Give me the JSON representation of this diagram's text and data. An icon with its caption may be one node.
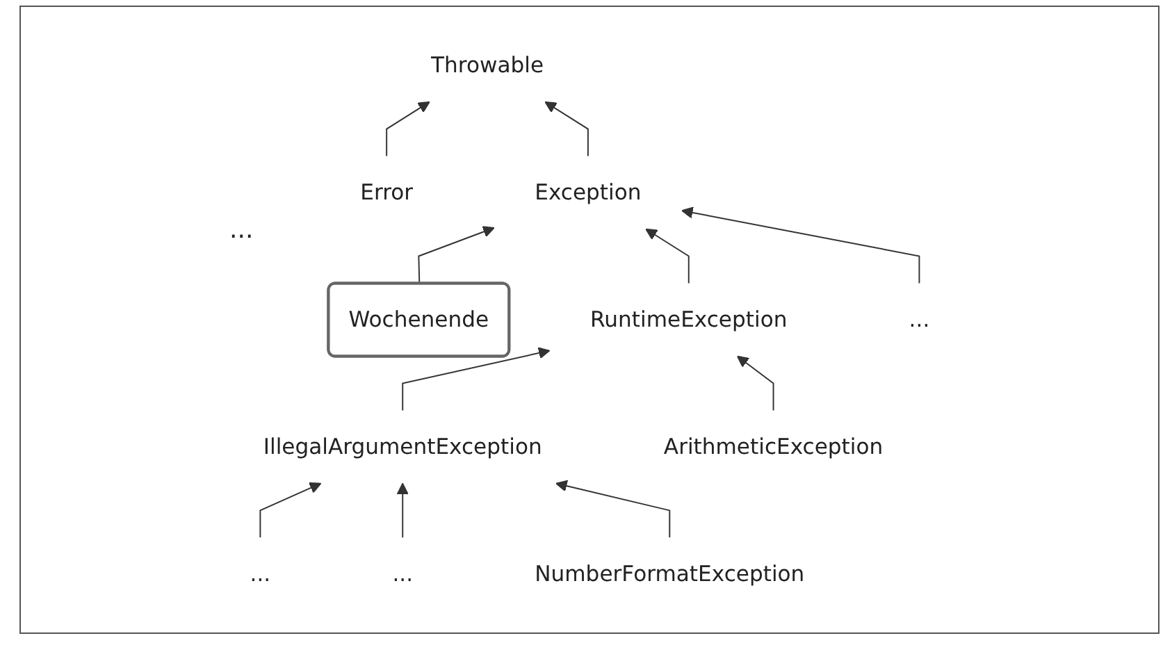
{
  "diagram": {
    "nodes": [
      {
        "text": [
          "Throwable"
        ]
      },
      {
        "text": [
          "Error"
        ]
      },
      {
        "text": [
          "Exception"
        ]
      },
      {
        "text": [
          "Wochenende"
        ]
      },
      {
        "text": [
          "RuntimeException"
        ]
      },
      {
        "text": [
          "..."
        ]
      },
      {
        "text": [
          "IllegalArgumentException"
        ]
      },
      {
        "text": [
          "ArithmeticException"
        ]
      },
      {
        "text": [
          "..."
        ]
      },
      {
        "text": [
          "..."
        ]
      },
      {
        "text": [
          "NumberFormatException"
        ]
      }
    ],
    "edges": [
      {
        "from": 1,
        "to": 0,
        "arrow": "to"
      },
      {
        "from": 2,
        "to": 0,
        "arrow": "to"
      },
      {
        "from": 3,
        "to": 2,
        "arrow": "to"
      },
      {
        "from": 4,
        "to": 2,
        "arrow": "to"
      },
      {
        "from": 5,
        "to": 2,
        "arrow": "to"
      },
      {
        "from": 6,
        "to": 4,
        "arrow": "to"
      },
      {
        "from": 7,
        "to": 4,
        "arrow": "to"
      },
      {
        "from": 8,
        "to": 6,
        "arrow": "to"
      },
      {
        "from": 9,
        "to": 6,
        "arrow": "to"
      },
      {
        "from": 10,
        "to": 6,
        "arrow": "to"
      }
    ],
    "labels": [
      "..."
    ]
  }
}
